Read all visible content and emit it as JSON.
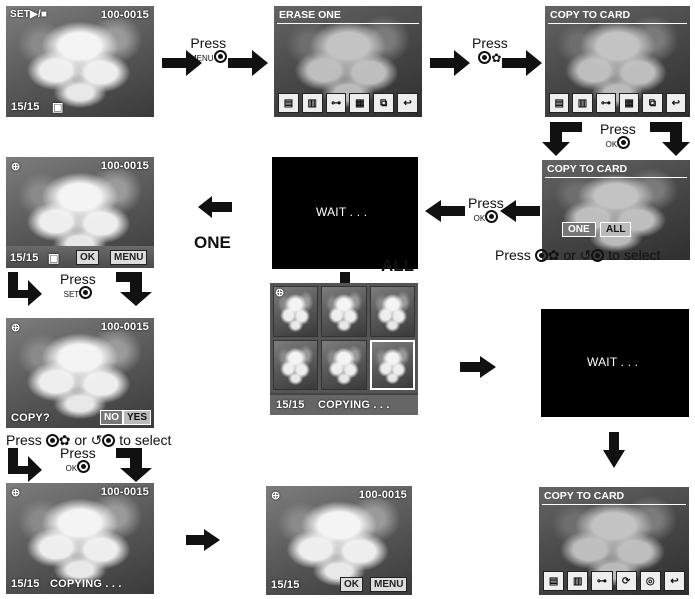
{
  "screen1": {
    "tag": "SET▶/■",
    "file": "100-0015",
    "counter": "15/15"
  },
  "screen2": {
    "title": "ERASE  ONE"
  },
  "screen3": {
    "title": "COPY  TO  CARD"
  },
  "screen4": {
    "title": "COPY  TO  CARD",
    "btn_one": "ONE",
    "btn_all": "ALL"
  },
  "wait_text": "WAIT . . .",
  "screen5": {
    "file": "100-0015",
    "counter": "15/15",
    "ok": "OK",
    "menu": "MENU"
  },
  "screen6": {
    "file": "100-0015",
    "prompt": "COPY?",
    "no": "NO",
    "yes": "YES"
  },
  "screen7": {
    "file": "100-0015",
    "counter": "15/15",
    "status": "COPYING . . ."
  },
  "screen8": {
    "file": "100-0015",
    "counter": "15/15",
    "ok": "OK",
    "menu": "MENU"
  },
  "thumbs_screen": {
    "counter": "15/15",
    "status": "COPYING . . ."
  },
  "screen9": {
    "title": "COPY  TO  CARD"
  },
  "labels": {
    "press": "Press",
    "menu_btn": "MENU",
    "ok_btn": "OK",
    "set_btn": "SET",
    "one": "ONE",
    "all": "ALL",
    "select_note": "Press",
    "or": "or",
    "to_select": "to select"
  }
}
